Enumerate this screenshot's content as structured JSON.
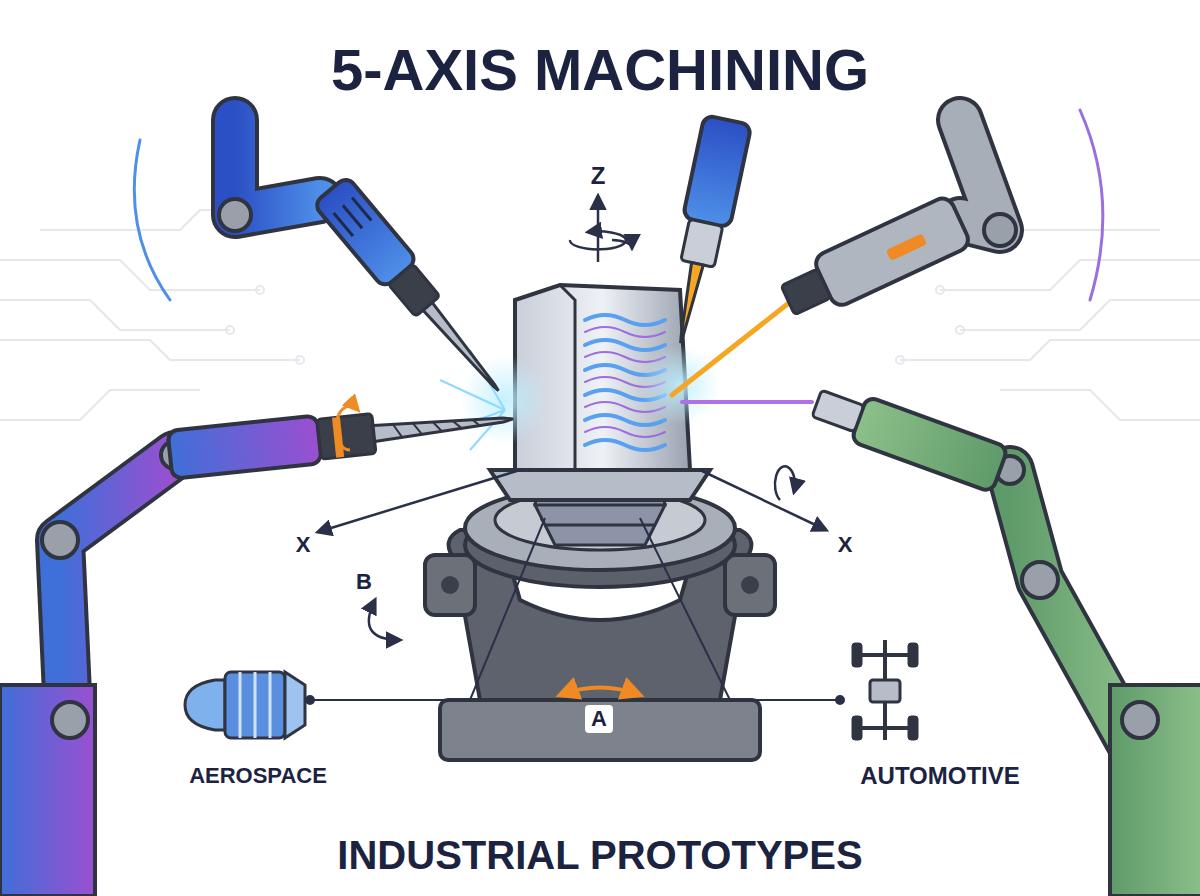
{
  "diagram": {
    "title": "5-AXIS MACHINING",
    "caption": "INDUSTRIAL PROTOTYPES",
    "labels": [
      "Z",
      "X",
      "B",
      "X",
      "AEROSPACE",
      "A",
      "AUTOMOTIVE"
    ]
  }
}
